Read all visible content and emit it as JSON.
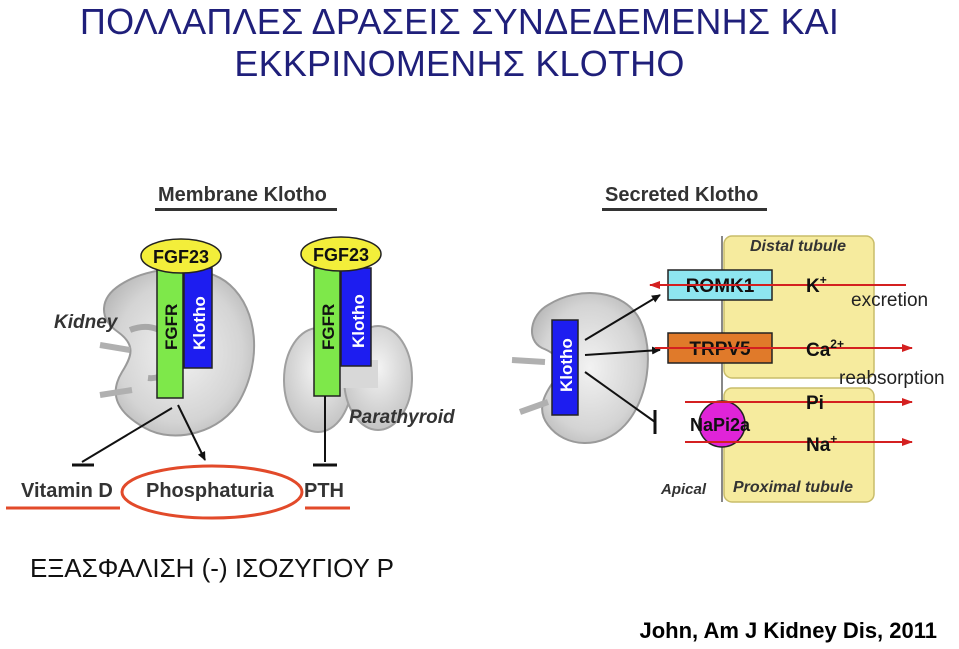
{
  "title": {
    "line1": "ΠΟΛΛΑΠΛΕΣ ΔΡΑΣΕΙΣ ΣΥΝΔΕΔΕΜΕΝΗΣ ΚΑΙ",
    "line2": "ΕΚΚΡΙΝΟΜΕΝΗΣ KLOTHO"
  },
  "membrane_panel": {
    "heading": "Membrane Klotho",
    "kidney_label": "Kidney",
    "parathyroid_label": "Parathyroid",
    "complex_left": {
      "ligand": "FGF23",
      "receptor": "FGFR",
      "coreceptor": "Klotho"
    },
    "complex_right": {
      "ligand": "FGF23",
      "receptor": "FGFR",
      "coreceptor": "Klotho"
    },
    "outputs": {
      "vitamin_d": "Vitamin D",
      "phosphaturia": "Phosphaturia",
      "pth": "PTH"
    }
  },
  "secreted_panel": {
    "heading": "Secreted Klotho",
    "klotho_label": "Klotho",
    "distal_tubule": "Distal tubule",
    "proximal_tubule": "Proximal tubule",
    "apical": "Apical",
    "channels": {
      "romk1": "ROMK1",
      "trpv5": "TRPV5",
      "napi2a": "NaPi2a"
    },
    "ions": {
      "k": "K",
      "k_sup": "+",
      "ca": "Ca",
      "ca_sup": "2+",
      "pi": "Pi",
      "na": "Na",
      "na_sup": "+"
    },
    "excretion": "excretion",
    "reabsorption": "reabsorption"
  },
  "bottom_text": "ΕΞΑΣΦΑΛΙΣΗ (-) ΙΣΟΖΥΓΙΟΥ P",
  "citation": "John, Am J Kidney Dis, 2011",
  "colors": {
    "title": "#1f1f7a",
    "fgf23": "#f3ee3a",
    "fgfr": "#7ee84a",
    "klotho": "#1d1df0",
    "romk1": "#8ee6f0",
    "trpv5": "#e07a2a",
    "napi2a": "#e024d8",
    "tubule": "#f6eb9e",
    "arrow_red": "#d42020",
    "highlight_line": "#e24a2a"
  }
}
